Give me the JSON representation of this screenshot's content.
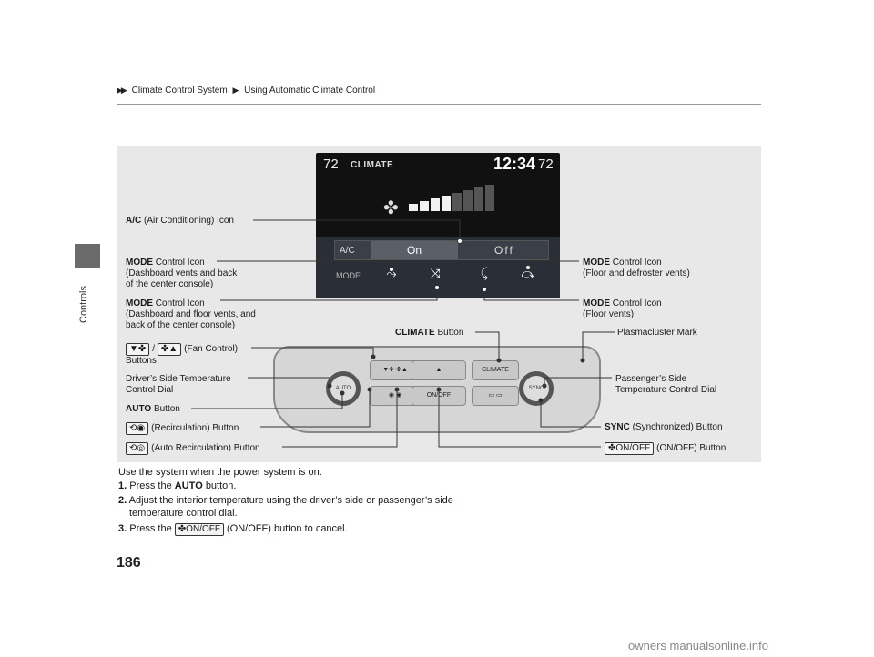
{
  "sidebar": {
    "label": "Controls"
  },
  "breadcrumb": {
    "part1": "Climate Control System",
    "part2": "Using Automatic Climate Control"
  },
  "screen": {
    "temp_left": "72",
    "title": "CLIMATE",
    "time": "12:34",
    "temp_right": "72",
    "ac_label": "A/C",
    "on_label": "On",
    "off_label": "Off",
    "mode_label": "MODE",
    "fan_level": 4,
    "fan_max": 8
  },
  "panel": {
    "climate_btn": "CLIMATE",
    "onoff_btn": "ON/OFF",
    "left_dial": "AUTO",
    "right_dial": "SYNC"
  },
  "callouts": {
    "ac_icon_bold": "A/C",
    "ac_icon_rest": "(Air Conditioning) Icon",
    "mode1_bold": "MODE",
    "mode1_rest": "Control Icon",
    "mode1_line2": "(Dashboard vents and back",
    "mode1_line3": "of the center console)",
    "mode2_bold": "MODE",
    "mode2_rest": "Control Icon",
    "mode2_line2": "(Dashboard and floor vents, and",
    "mode2_line3": "back of the center console)",
    "mode3_bold": "MODE",
    "mode3_rest": "Control Icon",
    "mode3_line2": "(Floor and defroster vents)",
    "mode4_bold": "MODE",
    "mode4_rest": "Control Icon",
    "mode4_line2": "(Floor vents)",
    "climate_bold": "CLIMATE",
    "climate_rest": "Button",
    "plasmacluster": "Plasmacluster Mark",
    "fan_control": "(Fan Control)",
    "fan_slash": "/",
    "fan_line2": "Buttons",
    "driver_line1": "Driver’s Side Temperature",
    "driver_line2": "Control Dial",
    "passenger_line1": "Passenger’s Side",
    "passenger_line2": "Temperature Control Dial",
    "auto_bold": "AUTO",
    "auto_rest": "Button",
    "recirc": "(Recirculation) Button",
    "auto_recirc": "(Auto Recirculation) Button",
    "sync_bold": "SYNC",
    "sync_rest": "(Synchronized) Button",
    "onoff_chip": "ON/OFF",
    "onoff_rest": "(ON/OFF) Button"
  },
  "body": {
    "intro": "Use the system when the power system is on.",
    "step1_num": "1.",
    "step1_pre": "Press the",
    "step1_bold": "AUTO",
    "step1_post": "button.",
    "step2_num": "2.",
    "step2_line1": "Adjust the interior temperature using the driver’s side or passenger’s side",
    "step2_line2": "temperature control dial.",
    "step3_num": "3.",
    "step3_pre": "Press the",
    "step3_chip": "ON/OFF",
    "step3_post": "(ON/OFF) button to cancel."
  },
  "page_number": "186",
  "footer": "owners manualsonline.info"
}
